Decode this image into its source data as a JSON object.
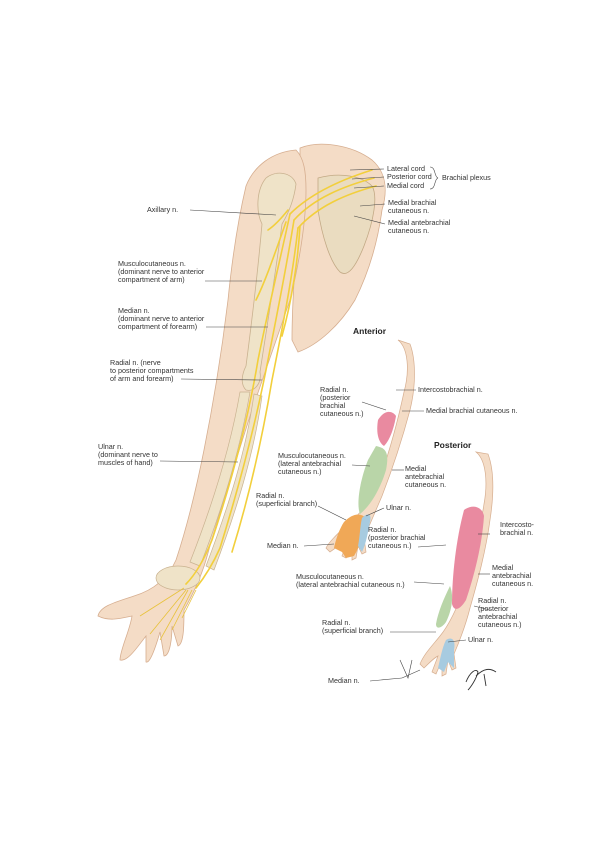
{
  "views": {
    "anterior": "Anterior",
    "posterior": "Posterior"
  },
  "brachial_plexus": {
    "lateral_cord": "Lateral cord",
    "posterior_cord": "Posterior cord",
    "medial_cord": "Medial cord",
    "group_label": "Brachial plexus"
  },
  "main_labels": {
    "axillary": "Axillary n.",
    "musculocutaneous": "Musculocutaneous n.\n(dominant nerve to anterior\ncompartment of arm)",
    "median": "Median n.\n(dominant nerve to anterior\ncompartment of forearm)",
    "radial": "Radial n. (nerve\nto posterior compartments\nof arm and forearm)",
    "ulnar": "Ulnar n.\n(dominant nerve to\nmuscles of hand)",
    "medial_brachial": "Medial brachial\ncutaneous n.",
    "medial_antebrachial": "Medial antebrachial\ncutaneous n."
  },
  "anterior_labels": {
    "radial_posterior_brachial": "Radial n.\n(posterior\nbrachial\ncutaneous n.)",
    "intercostobrachial": "Intercostobrachial n.",
    "medial_brachial_cutaneous": "Medial brachial cutaneous n.",
    "musculocutaneous_lateral": "Musculocutaneous n.\n(lateral antebrachial\ncutaneous n.)",
    "medial_antebrachial": "Medial\nantebrachial\ncutaneous n.",
    "radial_superficial": "Radial n.\n(superficial branch)",
    "ulnar": "Ulnar n.",
    "median": "Median n."
  },
  "posterior_labels": {
    "radial_posterior_brachial": "Radial n.\n(posterior brachial\ncutaneous n.)",
    "intercostobrachial": "Intercosto-\nbrachial n.",
    "musculocutaneous_lateral": "Musculocutaneous n.\n(lateral antebrachial cutaneous n.)",
    "medial_antebrachial": "Medial\nantebrachial\ncutaneous n.",
    "radial_posterior_antebrachial": "Radial n.\n(posterior\nantebrachial\ncutaneous n.)",
    "radial_superficial": "Radial n.\n(superficial branch)",
    "ulnar": "Ulnar n.",
    "median": "Median n."
  },
  "colors": {
    "skin": "#f4dcc6",
    "skin_shade": "#e3bea0",
    "bone": "#efe3c8",
    "nerve": "#f2cf3c",
    "radial_zone": "#e98aa0",
    "musculocutaneous_zone": "#b9d5a8",
    "median_zone": "#f0a857",
    "ulnar_zone": "#a7cbe0"
  },
  "signature": "F. Netter"
}
